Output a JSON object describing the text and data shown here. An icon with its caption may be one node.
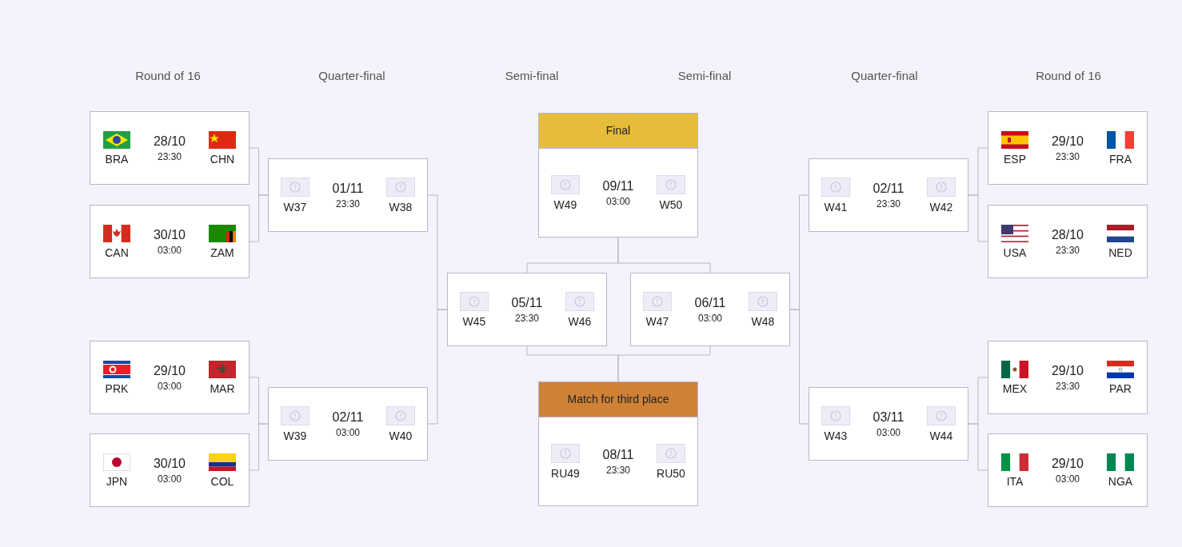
{
  "diagram": {
    "nodes": [
      {
        "text": [
          "BRA",
          "28/10",
          "23:30",
          "CHN"
        ]
      },
      {
        "text": [
          "CAN",
          "30/10",
          "03:00",
          "ZAM"
        ]
      },
      {
        "text": [
          "PRK",
          "29/10",
          "03:00",
          "MAR"
        ]
      },
      {
        "text": [
          "JPN",
          "30/10",
          "03:00",
          "COL"
        ]
      },
      {
        "text": [
          "W37",
          "01/11",
          "23:30",
          "W38"
        ]
      },
      {
        "text": [
          "W39",
          "02/11",
          "03:00",
          "W40"
        ]
      },
      {
        "text": [
          "W45",
          "05/11",
          "23:30",
          "W46"
        ]
      },
      {
        "text": [
          "Final",
          "W49",
          "09/11",
          "03:00",
          "W50"
        ]
      },
      {
        "text": [
          "Match for third place",
          "RU49",
          "08/11",
          "23:30",
          "RU50"
        ]
      },
      {
        "text": [
          "W47",
          "06/11",
          "03:00",
          "W48"
        ]
      },
      {
        "text": [
          "W41",
          "02/11",
          "23:30",
          "W42"
        ]
      },
      {
        "text": [
          "W43",
          "03/11",
          "03:00",
          "W44"
        ]
      },
      {
        "text": [
          "ESP",
          "29/10",
          "23:30",
          "FRA"
        ]
      },
      {
        "text": [
          "USA",
          "28/10",
          "23:30",
          "NED"
        ]
      },
      {
        "text": [
          "MEX",
          "29/10",
          "23:30",
          "PAR"
        ]
      },
      {
        "text": [
          "ITA",
          "29/10",
          "03:00",
          "NGA"
        ]
      }
    ],
    "edges": [
      {
        "from": 0,
        "to": 4,
        "arrow": "none"
      },
      {
        "from": 1,
        "to": 4,
        "arrow": "none"
      },
      {
        "from": 2,
        "to": 5,
        "arrow": "none"
      },
      {
        "from": 3,
        "to": 5,
        "arrow": "none"
      },
      {
        "from": 4,
        "to": 6,
        "arrow": "none"
      },
      {
        "from": 5,
        "to": 6,
        "arrow": "none"
      },
      {
        "from": 6,
        "to": 7,
        "arrow": "none"
      },
      {
        "from": 9,
        "to": 7,
        "arrow": "none"
      },
      {
        "from": 6,
        "to": 8,
        "arrow": "none"
      },
      {
        "from": 9,
        "to": 8,
        "arrow": "none"
      },
      {
        "from": 12,
        "to": 10,
        "arrow": "none"
      },
      {
        "from": 13,
        "to": 10,
        "arrow": "none"
      },
      {
        "from": 14,
        "to": 11,
        "arrow": "none"
      },
      {
        "from": 15,
        "to": 11,
        "arrow": "none"
      },
      {
        "from": 10,
        "to": 9,
        "arrow": "none"
      },
      {
        "from": 11,
        "to": 9,
        "arrow": "none"
      }
    ],
    "labels": [
      "Round of 16",
      "Quarter-final",
      "Semi-final",
      "Semi-final",
      "Quarter-final",
      "Round of 16"
    ]
  }
}
